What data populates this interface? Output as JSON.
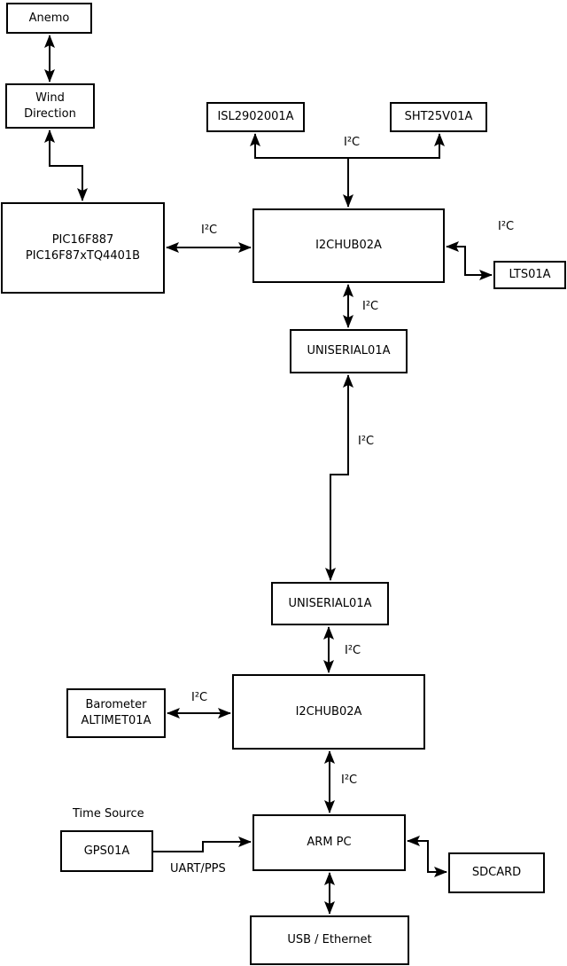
{
  "diagram": {
    "title": "weather station i2c block diagram",
    "colors": {
      "background": "#ffffff",
      "line": "#000000",
      "box_fill": "#ffffff",
      "text": "#000000"
    },
    "boxes": {
      "anemo": {
        "label": "Anemo"
      },
      "wind_direction": {
        "label": "Wind\nDirection"
      },
      "pic": {
        "label": "PIC16F887\nPIC16F87xTQ4401B"
      },
      "isl": {
        "label": "ISL2902001A"
      },
      "sht": {
        "label": "SHT25V01A"
      },
      "hub1": {
        "label": "I2CHUB02A"
      },
      "lts": {
        "label": "LTS01A"
      },
      "uniserial1": {
        "label": "UNISERIAL01A"
      },
      "uniserial2": {
        "label": "UNISERIAL01A"
      },
      "hub2": {
        "label": "I2CHUB02A"
      },
      "barometer": {
        "label": "Barometer\nALTIMET01A"
      },
      "gps": {
        "label": "GPS01A"
      },
      "arm_pc": {
        "label": "ARM PC"
      },
      "sdcard": {
        "label": "SDCARD"
      },
      "usb_ethernet": {
        "label": "USB / Ethernet"
      }
    },
    "edge_labels": {
      "i2c_top_branch": "I²C",
      "i2c_pic_hub1": "I²C",
      "i2c_hub1_lts": "I²C",
      "i2c_hub1_uniserial1": "I²C",
      "i2c_uniserial_link": "I²C",
      "i2c_uniserial2_hub2": "I²C",
      "i2c_barometer_hub2": "I²C",
      "i2c_hub2_armpc": "I²C",
      "time_source": "Time Source",
      "uart_pps": "UART/PPS"
    },
    "edges": [
      {
        "from": "anemo",
        "to": "wind_direction",
        "arrows": "both",
        "label": ""
      },
      {
        "from": "wind_direction",
        "to": "pic",
        "arrows": "both",
        "label": ""
      },
      {
        "from": "pic",
        "to": "hub1",
        "arrows": "both",
        "label": "I²C"
      },
      {
        "from": "hub1",
        "to": "isl",
        "arrows": "end",
        "label": "I²C"
      },
      {
        "from": "hub1",
        "to": "sht",
        "arrows": "end",
        "label": "I²C"
      },
      {
        "from": "hub1",
        "to": "lts",
        "arrows": "both",
        "label": "I²C"
      },
      {
        "from": "hub1",
        "to": "uniserial1",
        "arrows": "both",
        "label": "I²C"
      },
      {
        "from": "uniserial1",
        "to": "uniserial2",
        "arrows": "both",
        "label": "I²C"
      },
      {
        "from": "uniserial2",
        "to": "hub2",
        "arrows": "both",
        "label": "I²C"
      },
      {
        "from": "barometer",
        "to": "hub2",
        "arrows": "both",
        "label": "I²C"
      },
      {
        "from": "hub2",
        "to": "arm_pc",
        "arrows": "both",
        "label": "I²C"
      },
      {
        "from": "gps",
        "to": "arm_pc",
        "arrows": "end",
        "label": "UART/PPS"
      },
      {
        "from": "arm_pc",
        "to": "sdcard",
        "arrows": "both",
        "label": ""
      },
      {
        "from": "arm_pc",
        "to": "usb_ethernet",
        "arrows": "both",
        "label": ""
      }
    ]
  }
}
